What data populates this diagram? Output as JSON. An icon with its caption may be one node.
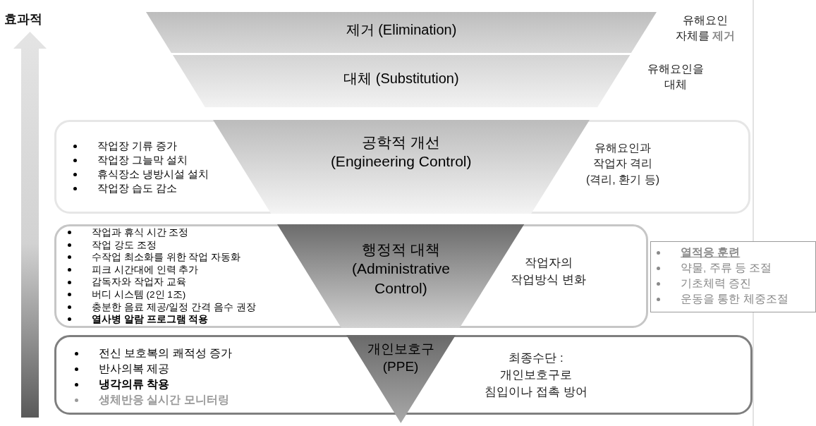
{
  "diagram": {
    "nodes": [
      {
        "text": [
          "제거 (Elimination)"
        ],
        "beside": [
          "유해요인 자체를 **제거**"
        ]
      },
      {
        "text": [
          "대체 (Substitution)"
        ],
        "beside": [
          "유해요인을 대체"
        ]
      },
      {
        "text": [
          "작업장 기류 증가",
          "작업장 그늘막 설치",
          "휴식장소 냉방시설 설치",
          "작업장 습도 감소",
          "유해요인과 작업자 격리 (격리, 환기 등)"
        ]
      },
      {
        "text": [
          "공학적 개선 (Engineering Control)"
        ],
        "in": 2
      },
      {
        "text": [
          "작업과 휴식 시간 조정",
          "작업 강도 조정",
          "수작업 최소화를 위한 작업 자동화",
          "피크 시간대에 인력 추가",
          "감독자와 작업자 교육",
          "버디 시스템 (2인 1조)",
          "충분한 음료 제공/일정 간격 음수 권장",
          "열사병 알람 프로그램 적용",
          "작업자의 작업방식 변화"
        ]
      },
      {
        "text": [
          "행정적 대책 (Administrative Control)"
        ],
        "in": 4
      },
      {
        "text": [
          "열적응 훈련",
          "약물, 주류 등 조절",
          "기초체력 증진",
          "운동을 통한 체중조절"
        ]
      },
      {
        "text": [
          "전신 보호복의 쾌적성 증가",
          "반사의복 제공",
          "냉각의류 착용",
          "생체반응 실시간 모니터링",
          "최종수단 : 개인보호구로 침입이나 접촉 방어"
        ]
      },
      {
        "text": [
          "개인보호구 (PPE)"
        ]
      }
    ],
    "labels": [
      "효과적"
    ]
  }
}
